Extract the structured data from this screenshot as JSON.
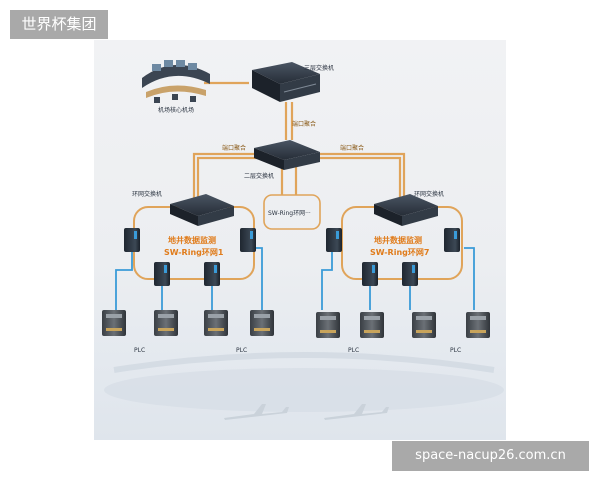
{
  "brand": {
    "logo_text": "世界杯集团"
  },
  "watermark": {
    "site": "space-nacup26.com.cn"
  },
  "diagram": {
    "control_room_label": "机场核心机场",
    "core_switch_label": "三层交换机",
    "aggregation_label_top": "端口聚合",
    "aggregation_label_left": "端口聚合",
    "aggregation_label_right": "端口聚合",
    "l2_switch_label": "二层交换机",
    "ring_box_label": "SW-Ring环网···",
    "left_switch_label": "环网交换机",
    "right_switch_label": "环网交换机",
    "left_ring_title": "地井数据监测",
    "left_ring_name": "SW-Ring环网1",
    "right_ring_title": "地井数据监测",
    "right_ring_name": "SW-Ring环网7",
    "plc_labels": [
      "PLC",
      "PLC",
      "PLC",
      "PLC"
    ]
  },
  "colors": {
    "link_orange": "#e0a45a",
    "link_blue": "#3a9bd8",
    "switch_dark": "#2c3440"
  }
}
